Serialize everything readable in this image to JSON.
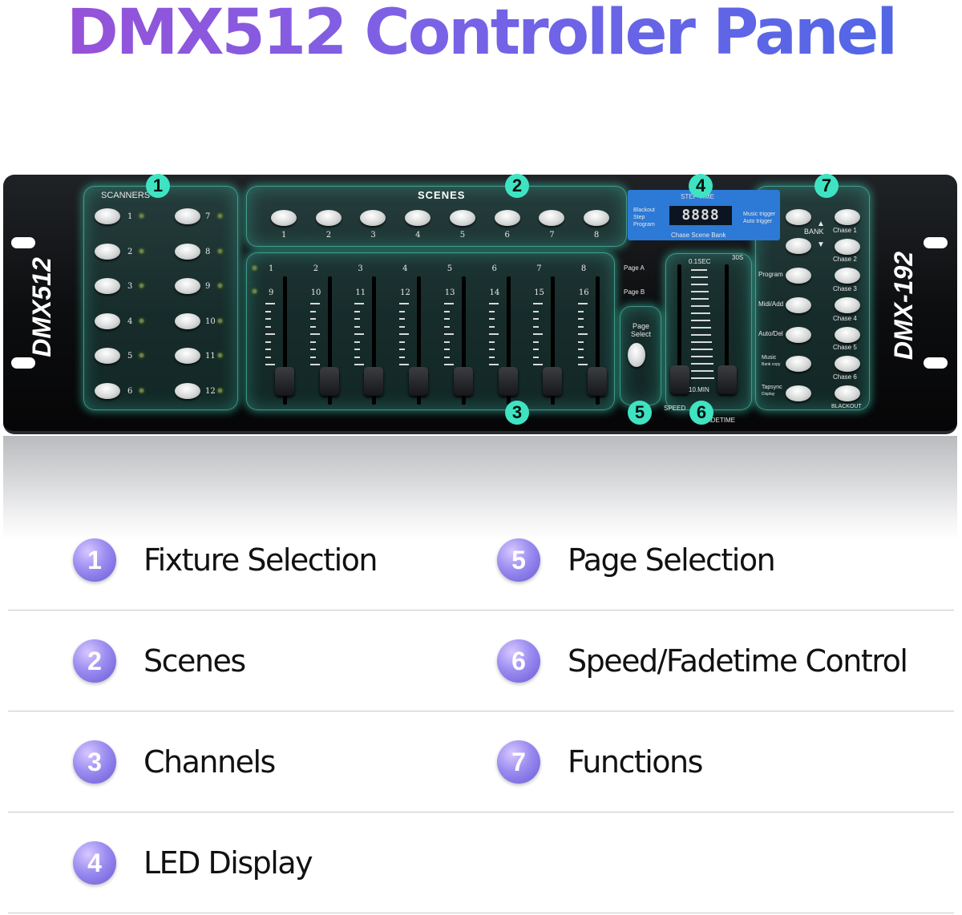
{
  "title": "DMX512 Controller Panel",
  "device": {
    "brand_left": "DMX512",
    "model_right": "DMX-192",
    "scanners_label": "SCANNERS",
    "scanner_numbers": [
      "1",
      "2",
      "3",
      "4",
      "5",
      "6",
      "7",
      "8",
      "9",
      "10",
      "11",
      "12"
    ],
    "scenes_label": "SCENES",
    "scene_numbers": [
      "1",
      "2",
      "3",
      "4",
      "5",
      "6",
      "7",
      "8"
    ],
    "channel_numbers_top": [
      "1",
      "2",
      "3",
      "4",
      "5",
      "6",
      "7",
      "8"
    ],
    "channel_numbers_bottom": [
      "9",
      "10",
      "11",
      "12",
      "13",
      "14",
      "15",
      "16"
    ],
    "page_a": "Page A",
    "page_b": "Page B",
    "page_select_line1": "Page",
    "page_select_line2": "Select",
    "display": {
      "label_top": "STEP TIME",
      "left_lines": [
        "Blackout",
        "Step",
        "Program"
      ],
      "digits": "8888",
      "right_lines": [
        "Music trigger",
        "Auto trigger"
      ],
      "bottom": "Chase Scene Bank"
    },
    "speed_top": "0.1SEC",
    "speed_top_right": "30S",
    "speed_bottom": "10.MIN",
    "speed_label": "SPEED",
    "fadetime_label": "FADETIME",
    "bank_label": "BANK",
    "function_labels": [
      "Program",
      "Midi/Add",
      "Auto/Del",
      "Music",
      "Tapsync"
    ],
    "function_sublabels": [
      "Bank copy",
      "Display"
    ],
    "chase_labels": [
      "Chase 1",
      "Chase 2",
      "Chase 3",
      "Chase 4",
      "Chase 5",
      "Chase 6"
    ],
    "blackout_label": "BLACKOUT",
    "zone_badges": [
      "1",
      "2",
      "3",
      "4",
      "5",
      "6",
      "7"
    ]
  },
  "legend": [
    {
      "num": "1",
      "text": "Fixture Selection"
    },
    {
      "num": "5",
      "text": "Page Selection"
    },
    {
      "num": "2",
      "text": "Scenes"
    },
    {
      "num": "6",
      "text": "Speed/Fadetime Control"
    },
    {
      "num": "3",
      "text": "Channels"
    },
    {
      "num": "7",
      "text": "Functions"
    },
    {
      "num": "4",
      "text": "LED Display"
    }
  ]
}
